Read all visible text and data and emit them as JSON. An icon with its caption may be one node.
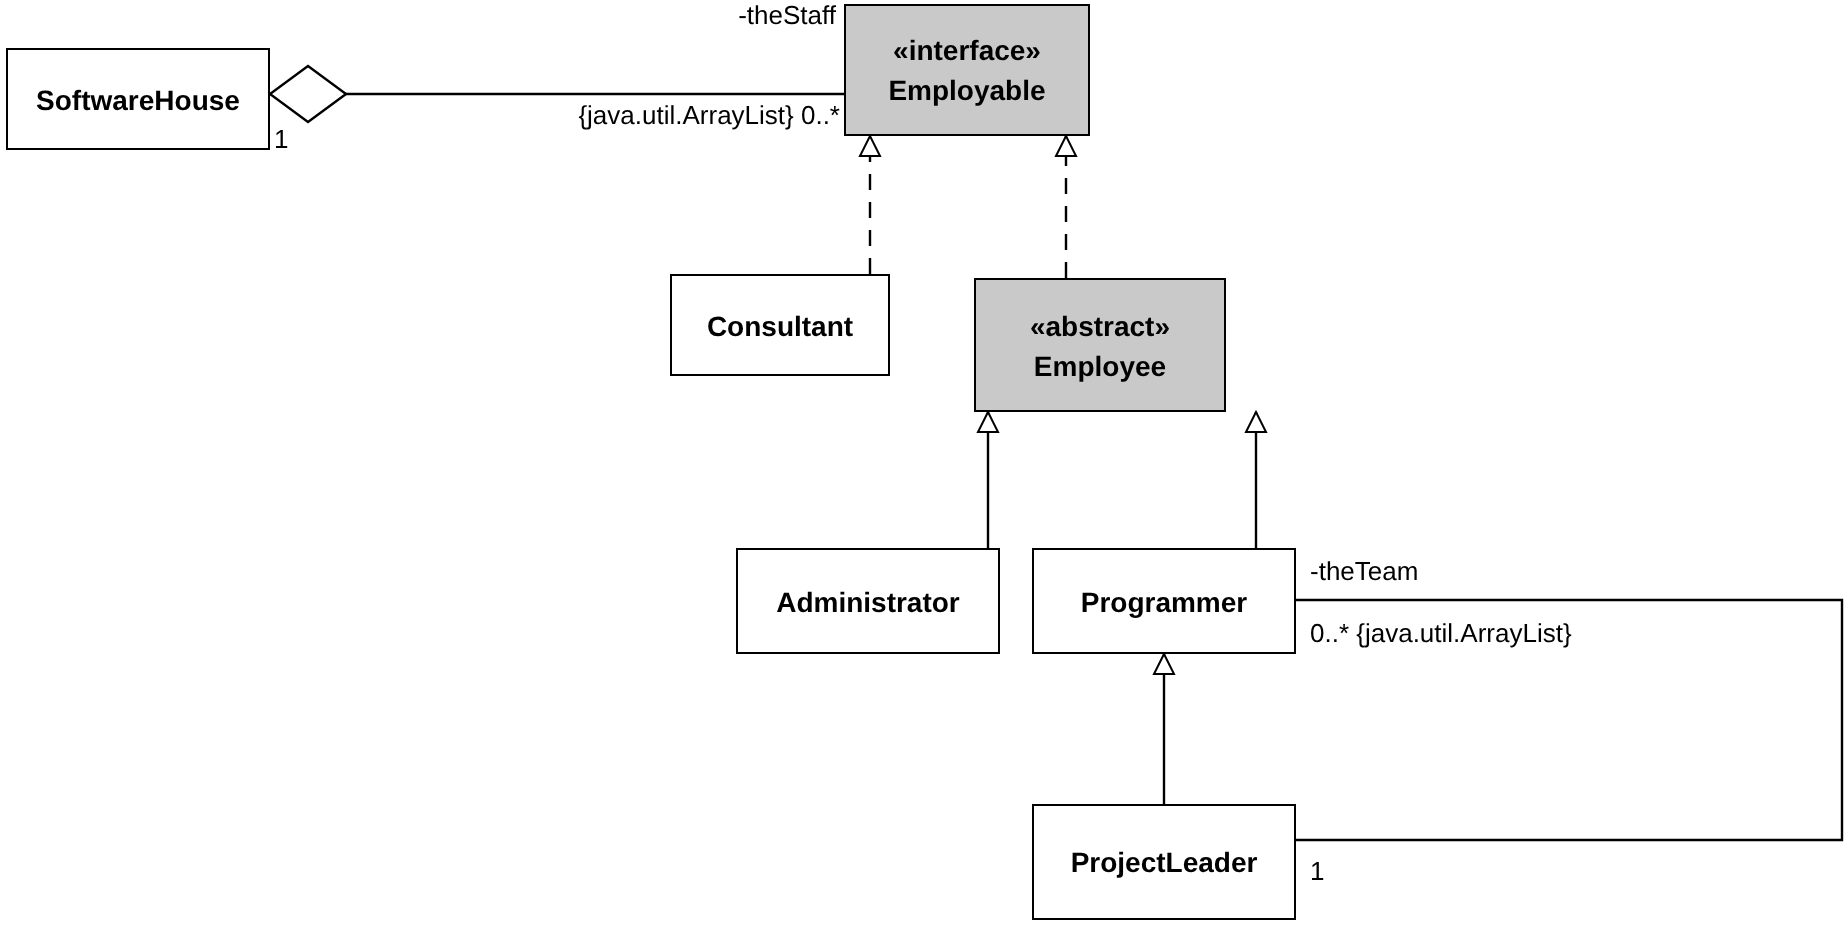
{
  "diagram": {
    "nodes": [
      {
        "text": [
          "SoftwareHouse"
        ]
      },
      {
        "text": [
          "«interface»",
          "Employable"
        ]
      },
      {
        "text": [
          "Consultant"
        ]
      },
      {
        "text": [
          "«abstract»",
          "Employee"
        ]
      },
      {
        "text": [
          "Administrator"
        ]
      },
      {
        "text": [
          "Programmer"
        ]
      },
      {
        "text": [
          "ProjectLeader"
        ]
      }
    ],
    "edges": [
      {
        "from": 0,
        "to": 1,
        "arrow": "other"
      },
      {
        "from": 2,
        "to": 1,
        "arrow": "to",
        "style": "dashed"
      },
      {
        "from": 3,
        "to": 1,
        "arrow": "to",
        "style": "dashed"
      },
      {
        "from": 4,
        "to": 3,
        "arrow": "to"
      },
      {
        "from": 5,
        "to": 3,
        "arrow": "to"
      },
      {
        "from": 6,
        "to": 5,
        "arrow": "to"
      },
      {
        "from": 5,
        "to": 6,
        "arrow": "none"
      }
    ],
    "labels": [
      "-theStaff",
      "{java.util.ArrayList} 0..*",
      "1",
      "-theTeam",
      "0..* {java.util.ArrayList}",
      "1"
    ]
  }
}
